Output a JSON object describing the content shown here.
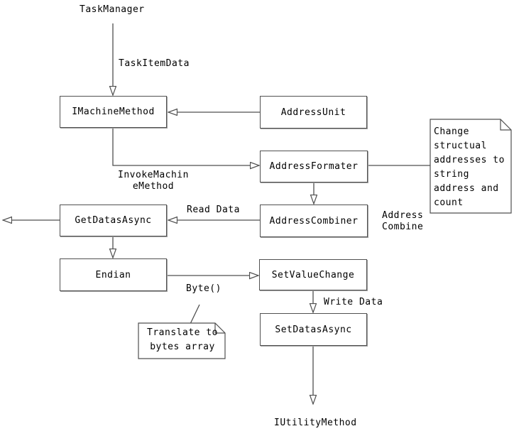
{
  "diagram": {
    "nodes": {
      "taskManager": "TaskManager",
      "iMachineMethod": "IMachineMethod",
      "addressUnit": "AddressUnit",
      "addressFormater": "AddressFormater",
      "addressCombiner": "AddressCombiner",
      "getDatasAsync": "GetDatasAsync",
      "endian": "Endian",
      "setValueChange": "SetValueChange",
      "setDatasAsync": "SetDatasAsync",
      "iUtilityMethod": "IUtilityMethod"
    },
    "edgeLabels": {
      "taskItemData": "TaskItemData",
      "invokeMachineMethod": "InvokeMachin\neMethod",
      "readData": "Read Data",
      "addressCombine": "Address\nCombine",
      "byteCall": "Byte()",
      "writeData": "Write Data"
    },
    "notes": {
      "changeAddresses": "Change\nstructual\naddresses to\nstring\naddress and\ncount",
      "translateBytes": "Translate to\nbytes array"
    },
    "colors": {
      "background": "#ffffff",
      "line": "#4f4f4f",
      "boxBorder": "#515151",
      "boxShadow": "#9e9e9e",
      "text": "#000000"
    }
  }
}
